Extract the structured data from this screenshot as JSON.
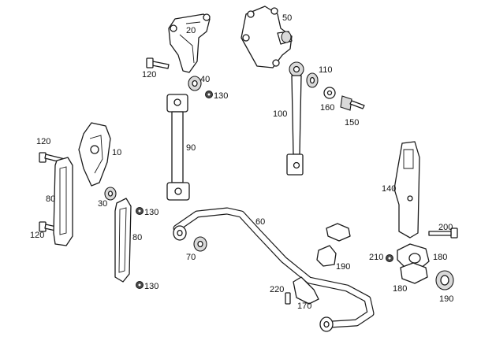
{
  "diagram": {
    "callouts": [
      "10",
      "20",
      "30",
      "40",
      "50",
      "60",
      "70",
      "80",
      "80",
      "90",
      "100",
      "110",
      "120",
      "120",
      "120",
      "130",
      "130",
      "130",
      "140",
      "150",
      "160",
      "170",
      "180",
      "180",
      "190",
      "190",
      "200",
      "210",
      "220"
    ]
  },
  "labels": {
    "l120a": "120",
    "l20": "20",
    "l40": "40",
    "l130a": "130",
    "l50": "50",
    "l110": "110",
    "l100": "100",
    "l160": "160",
    "l150": "150",
    "l120b": "120",
    "l10": "10",
    "l90": "90",
    "l80a": "80",
    "l30": "30",
    "l120c": "120",
    "l130b": "130",
    "l80b": "80",
    "l130c": "130",
    "l60": "60",
    "l70": "70",
    "l140": "140",
    "l200": "200",
    "l190a": "190",
    "l210": "210",
    "l180a": "180",
    "l180b": "180",
    "l190b": "190",
    "l220": "220",
    "l170": "170"
  }
}
